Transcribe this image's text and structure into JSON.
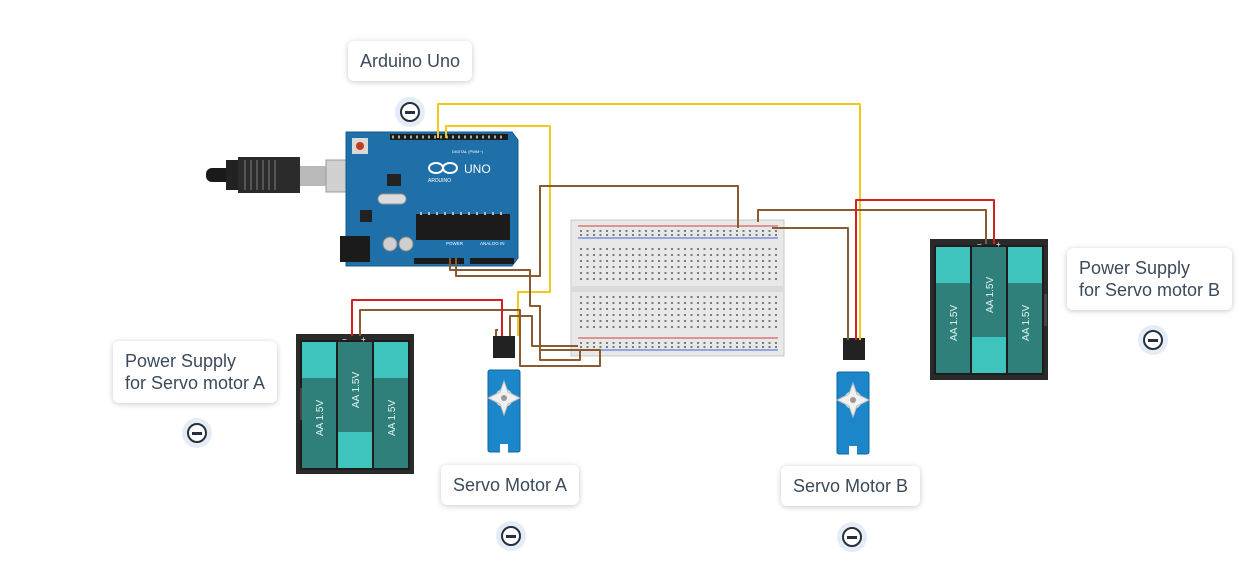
{
  "components": {
    "arduino": {
      "callout_label": "Arduino Uno",
      "board_logo": "UNO",
      "board_brand": "ARDUINO",
      "board_text_digital": "DIGITAL (PWM~)",
      "board_text_power": "POWER",
      "board_text_analog": "ANALOG IN"
    },
    "battery_a": {
      "callout_label": "Power Supply\nfor Servo motor A",
      "cell_label": "AA 1.5V"
    },
    "battery_b": {
      "callout_label": "Power Supply\nfor Servo motor B",
      "cell_label": "AA 1.5V"
    },
    "servo_a": {
      "callout_label": "Servo Motor A"
    },
    "servo_b": {
      "callout_label": "Servo Motor B"
    }
  },
  "collapse_icon": "minus-circle-icon",
  "colors": {
    "board_blue": "#1f6fa8",
    "wire_yellow": "#f2c81e",
    "wire_red": "#d62020",
    "wire_brown": "#8a5a32",
    "battery_teal": "#3fc3bd",
    "servo_blue": "#1b86c9"
  }
}
